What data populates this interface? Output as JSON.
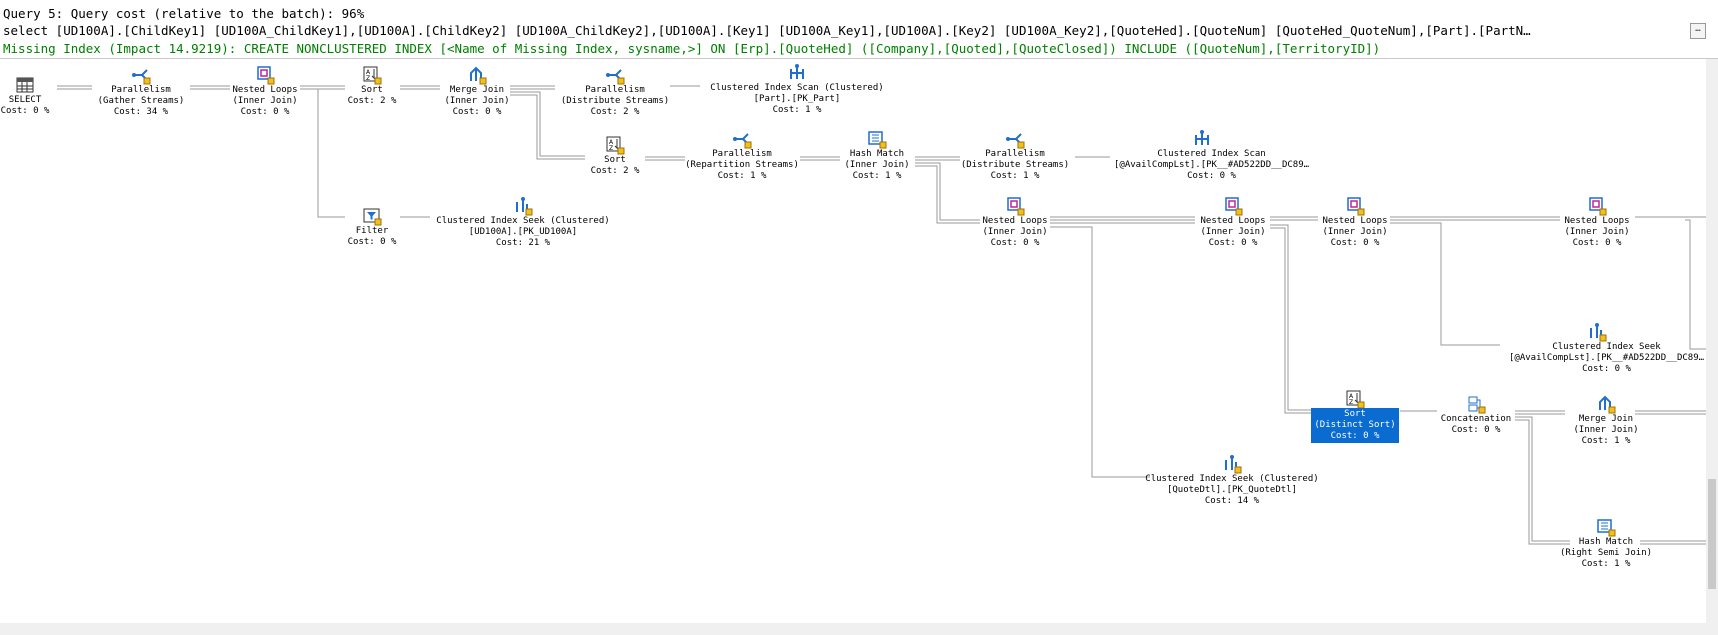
{
  "header": {
    "query_title": "Query 5: Query cost (relative to the batch): 96%",
    "sql_text": "select [UD100A].[ChildKey1] [UD100A_ChildKey1],[UD100A].[ChildKey2] [UD100A_ChildKey2],[UD100A].[Key1] [UD100A_Key1],[UD100A].[Key2] [UD100A_Key2],[QuoteHed].[QuoteNum] [QuoteHed_QuoteNum],[Part].[PartN…",
    "missing_index": "Missing Index (Impact 14.9219): CREATE NONCLUSTERED INDEX [<Name of Missing Index, sysname,>] ON [Erp].[QuoteHed] ([Company],[Quoted],[QuoteClosed]) INCLUDE ([QuoteNum],[TerritoryID])",
    "more_button": "…"
  },
  "colors": {
    "selected_bg": "#0a6bd1",
    "missing_index_text": "#008000",
    "wire": "#9a9a9a"
  },
  "nodes": [
    {
      "id": "select",
      "icon": "select-icon",
      "lines": [
        "SELECT",
        "Cost: 0 %"
      ]
    },
    {
      "id": "parallelism-gather",
      "icon": "parallelism-icon",
      "lines": [
        "Parallelism",
        "(Gather Streams)",
        "Cost: 34 %"
      ]
    },
    {
      "id": "nested-loops-1",
      "icon": "nested-loops-icon",
      "lines": [
        "Nested Loops",
        "(Inner Join)",
        "Cost: 0 %"
      ]
    },
    {
      "id": "sort-1",
      "icon": "sort-icon",
      "lines": [
        "Sort",
        "Cost: 2 %"
      ]
    },
    {
      "id": "merge-join-1",
      "icon": "merge-join-icon",
      "lines": [
        "Merge Join",
        "(Inner Join)",
        "Cost: 0 %"
      ]
    },
    {
      "id": "parallelism-distribute-1",
      "icon": "parallelism-icon",
      "lines": [
        "Parallelism",
        "(Distribute Streams)",
        "Cost: 2 %"
      ]
    },
    {
      "id": "ci-scan-part",
      "icon": "clustered-index-scan-icon",
      "lines": [
        "Clustered Index Scan (Clustered)",
        "[Part].[PK_Part]",
        "Cost: 1 %"
      ]
    },
    {
      "id": "sort-2",
      "icon": "sort-icon",
      "lines": [
        "Sort",
        "Cost: 2 %"
      ]
    },
    {
      "id": "parallelism-repartition",
      "icon": "parallelism-icon",
      "lines": [
        "Parallelism",
        "(Repartition Streams)",
        "Cost: 1 %"
      ]
    },
    {
      "id": "hash-match-1",
      "icon": "hash-match-icon",
      "lines": [
        "Hash Match",
        "(Inner Join)",
        "Cost: 1 %"
      ]
    },
    {
      "id": "parallelism-distribute-2",
      "icon": "parallelism-icon",
      "lines": [
        "Parallelism",
        "(Distribute Streams)",
        "Cost: 1 %"
      ]
    },
    {
      "id": "ci-scan-availcomp",
      "icon": "clustered-index-scan-icon",
      "lines": [
        "Clustered Index Scan",
        "[@AvailCompLst].[PK__#AD522DD__DC89…",
        "Cost: 0 %"
      ]
    },
    {
      "id": "filter",
      "icon": "filter-icon",
      "lines": [
        "Filter",
        "Cost: 0 %"
      ]
    },
    {
      "id": "ci-seek-ud100a",
      "icon": "clustered-index-seek-icon",
      "lines": [
        "Clustered Index Seek (Clustered)",
        "[UD100A].[PK_UD100A]",
        "Cost: 21 %"
      ]
    },
    {
      "id": "nested-loops-2",
      "icon": "nested-loops-icon",
      "lines": [
        "Nested Loops",
        "(Inner Join)",
        "Cost: 0 %"
      ]
    },
    {
      "id": "nested-loops-3",
      "icon": "nested-loops-icon",
      "lines": [
        "Nested Loops",
        "(Inner Join)",
        "Cost: 0 %"
      ]
    },
    {
      "id": "nested-loops-4",
      "icon": "nested-loops-icon",
      "lines": [
        "Nested Loops",
        "(Inner Join)",
        "Cost: 0 %"
      ]
    },
    {
      "id": "nested-loops-5",
      "icon": "nested-loops-icon",
      "lines": [
        "Nested Loops",
        "(Inner Join)",
        "Cost: 0 %"
      ]
    },
    {
      "id": "ci-seek-availcomp",
      "icon": "clustered-index-seek-icon",
      "lines": [
        "Clustered Index Seek",
        "[@AvailCompLst].[PK__#AD522DD__DC89…",
        "Cost: 0 %"
      ]
    },
    {
      "id": "sort-distinct",
      "icon": "sort-icon",
      "selected": true,
      "lines": [
        "Sort",
        "(Distinct Sort)",
        "Cost: 0 %"
      ]
    },
    {
      "id": "concatenation",
      "icon": "concatenation-icon",
      "lines": [
        "Concatenation",
        "Cost: 0 %"
      ]
    },
    {
      "id": "merge-join-2",
      "icon": "merge-join-icon",
      "lines": [
        "Merge Join",
        "(Inner Join)",
        "Cost: 1 %"
      ]
    },
    {
      "id": "ci-seek-quotedtl",
      "icon": "clustered-index-seek-icon",
      "lines": [
        "Clustered Index Seek (Clustered)",
        "[QuoteDtl].[PK_QuoteDtl]",
        "Cost: 14 %"
      ]
    },
    {
      "id": "hash-match-2",
      "icon": "hash-match-icon",
      "lines": [
        "Hash Match",
        "(Right Semi Join)",
        "Cost: 1 %"
      ]
    }
  ]
}
